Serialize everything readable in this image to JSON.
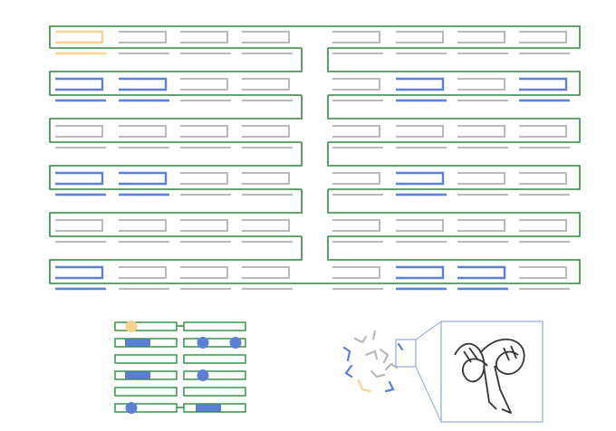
{
  "colors": {
    "scaffold": "#2e8b3e",
    "staple_default": "#b9b9b9",
    "staple_highlight": "#5a7fd4",
    "staple_accent": "#f6d28a",
    "inset_frame": "#9fb4dc",
    "molecule": "#333333",
    "background": "#ffffff"
  },
  "origami_grid": {
    "rows": 6,
    "cols_per_half": 4,
    "highlights": {
      "blue": [
        [
          1,
          0
        ],
        [
          1,
          1
        ],
        [
          1,
          5
        ],
        [
          1,
          7
        ],
        [
          3,
          0
        ],
        [
          3,
          1
        ],
        [
          3,
          5
        ],
        [
          5,
          0
        ],
        [
          5,
          5
        ],
        [
          5,
          6
        ]
      ],
      "yellow": [
        [
          0,
          0
        ]
      ]
    }
  },
  "small_array": {
    "dots": [
      [
        0,
        0,
        "yellow"
      ],
      [
        1,
        2,
        "blue"
      ],
      [
        1,
        3,
        "blue"
      ],
      [
        3,
        2,
        "blue"
      ],
      [
        5,
        0,
        "blue"
      ]
    ],
    "bars": [
      [
        1,
        0
      ],
      [
        3,
        0
      ],
      [
        5,
        2
      ]
    ]
  },
  "icons": {
    "scatter": "staple-fragments-icon",
    "inset": "folded-structure-icon"
  }
}
